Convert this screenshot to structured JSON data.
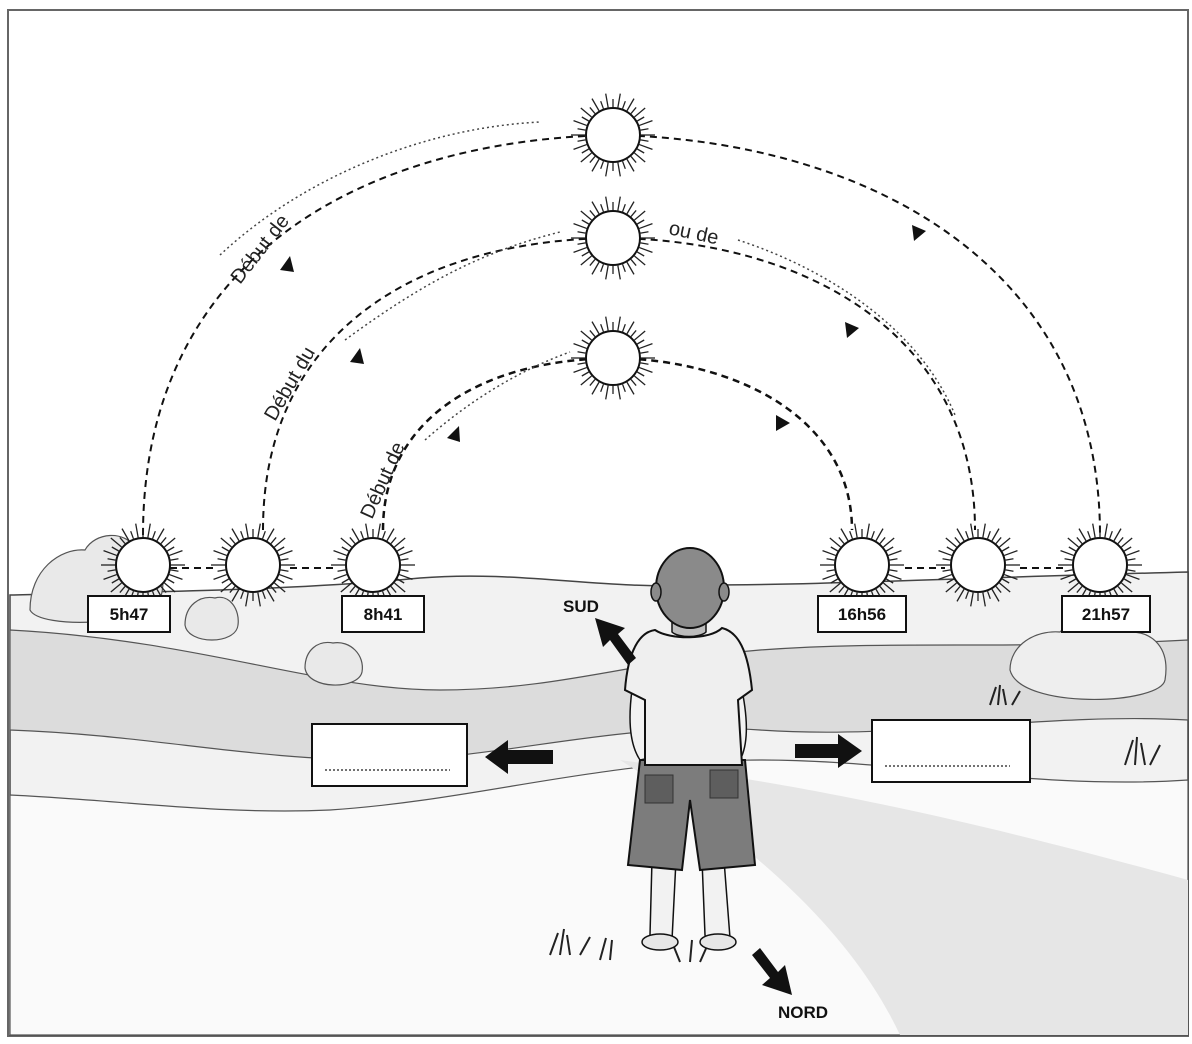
{
  "arcs": {
    "outer": {
      "label": "Début de",
      "start_time": "5h47",
      "end_time": "21h57"
    },
    "middle": {
      "label_left": "Début du",
      "label_right": "ou de"
    },
    "inner": {
      "label": "Début de",
      "start_time": "8h41",
      "end_time": "16h56"
    }
  },
  "directions": {
    "south": "SUD",
    "north": "NORD"
  },
  "answer_boxes": {
    "left_placeholder": "",
    "right_placeholder": ""
  }
}
